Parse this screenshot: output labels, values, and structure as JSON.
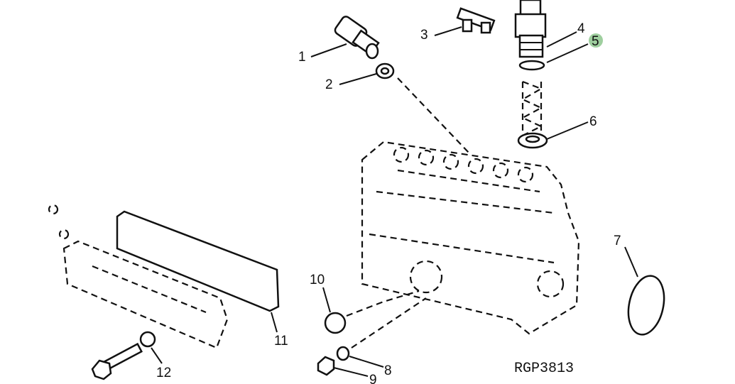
{
  "diagram": {
    "figure_code": "RGP3813",
    "highlight_color": "#9fcf9f",
    "callouts": [
      {
        "number": "1",
        "highlighted": false
      },
      {
        "number": "2",
        "highlighted": false
      },
      {
        "number": "3",
        "highlighted": false
      },
      {
        "number": "4",
        "highlighted": false
      },
      {
        "number": "5",
        "highlighted": true
      },
      {
        "number": "6",
        "highlighted": false
      },
      {
        "number": "7",
        "highlighted": false
      },
      {
        "number": "8",
        "highlighted": false
      },
      {
        "number": "9",
        "highlighted": false
      },
      {
        "number": "10",
        "highlighted": false
      },
      {
        "number": "11",
        "highlighted": false
      },
      {
        "number": "12",
        "highlighted": false
      }
    ]
  }
}
